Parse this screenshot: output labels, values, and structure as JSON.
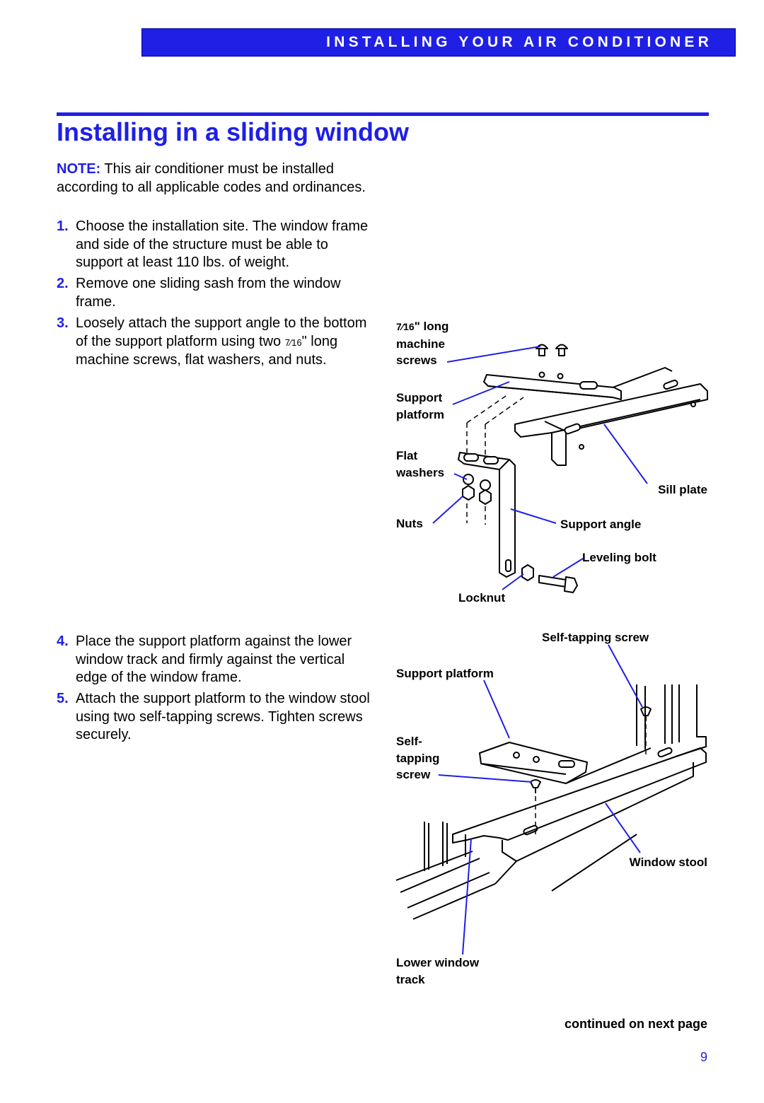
{
  "header": {
    "banner": "INSTALLING YOUR AIR CONDITIONER"
  },
  "title": "Installing in a sliding window",
  "note": {
    "label": "NOTE:",
    "text": " This air conditioner must be installed according to all applicable codes and ordinances."
  },
  "steps": [
    {
      "num": "1.",
      "text": "Choose the installation site. The window frame and side of the structure must be able to support at least 110 lbs. of weight."
    },
    {
      "num": "2.",
      "text": "Remove one sliding sash from the window frame."
    },
    {
      "num": "3.",
      "text_a": "Loosely attach the support angle to the bottom of the support platform using two ",
      "frac": "7⁄16",
      "text_b": "\" long machine screws, flat washers, and nuts."
    },
    {
      "num": "4.",
      "text": "Place the support platform against the lower window track and firmly against the vertical edge of the window frame."
    },
    {
      "num": "5.",
      "text": "Attach the support platform to the window stool using two self-tapping screws. Tighten screws securely."
    }
  ],
  "figure1": {
    "screws_frac": "7⁄16",
    "screws_a": "\" long",
    "screws_b": "machine",
    "screws_c": "screws",
    "support_platform_a": "Support",
    "support_platform_b": "platform",
    "flat_washers_a": "Flat",
    "flat_washers_b": "washers",
    "sill_plate": "Sill plate",
    "nuts": "Nuts",
    "support_angle": "Support angle",
    "leveling_bolt": "Leveling bolt",
    "locknut": "Locknut"
  },
  "figure2": {
    "self_tapping_screw_top": "Self-tapping screw",
    "support_platform": "Support platform",
    "self_tapping_a": "Self-",
    "self_tapping_b": "tapping",
    "self_tapping_c": "screw",
    "window_stool": "Window stool",
    "lower_track_a": "Lower window",
    "lower_track_b": "track"
  },
  "footer": {
    "continued": "continued on next page",
    "page_number": "9"
  },
  "colors": {
    "accent": "#1f1fe6"
  }
}
